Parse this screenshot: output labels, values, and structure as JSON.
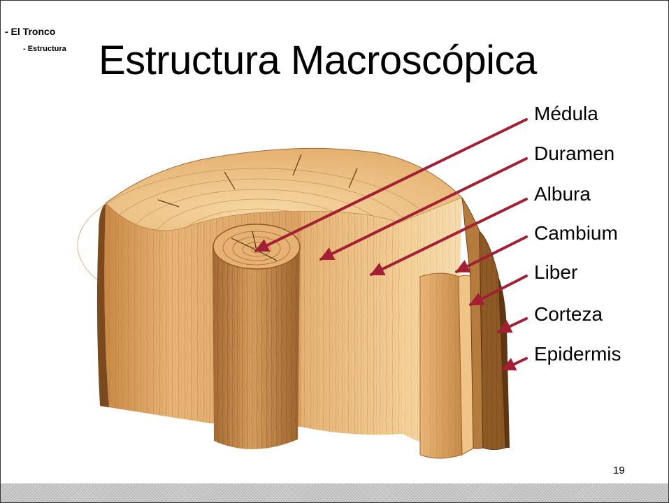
{
  "breadcrumb": {
    "level1": "- El Tronco",
    "level2": "- Estructura"
  },
  "title": "Estructura Macroscópica",
  "labels": [
    {
      "key": "medula",
      "text": "Médula"
    },
    {
      "key": "duramen",
      "text": "Duramen"
    },
    {
      "key": "albura",
      "text": "Albura"
    },
    {
      "key": "cambium",
      "text": "Cambium"
    },
    {
      "key": "liber",
      "text": "Liber"
    },
    {
      "key": "corteza",
      "text": "Corteza"
    },
    {
      "key": "epidermis",
      "text": "Epidermis"
    }
  ],
  "page_number": "19",
  "colors": {
    "arrow": "#a31f34",
    "wood_light": "#f3c98c",
    "wood_mid": "#d9a05e",
    "wood_dark": "#b07436",
    "bark": "#7a4a1e"
  }
}
